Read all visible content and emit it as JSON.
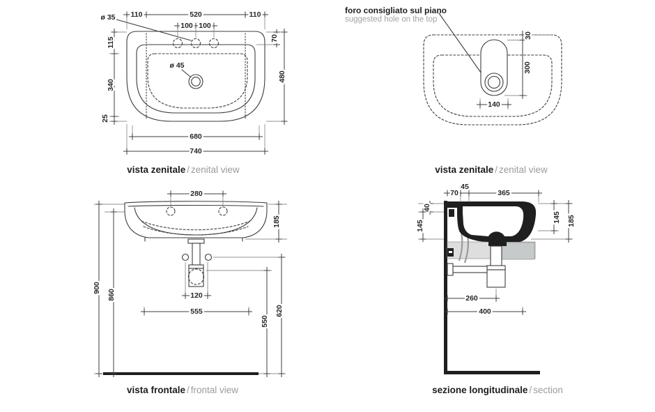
{
  "colors": {
    "line": "#3c3c3c",
    "text": "#262626",
    "muted_text": "#9b9b9b",
    "shelf_light_gray": "#dedede",
    "shelf_dark_gray": "#c6cacb",
    "wall_black": "#1f1f1f"
  },
  "annotation": {
    "it": "foro consigliato sul piano",
    "en": "suggested hole on the top"
  },
  "captions": {
    "sep": "/",
    "zenital_left_it": "vista zenitale",
    "zenital_left_en": "zenital view",
    "zenital_right_it": "vista zenitale",
    "zenital_right_en": "zenital view",
    "frontal_it": "vista frontale",
    "frontal_en": "frontal view",
    "section_it": "sezione longitudinale",
    "section_en": "section"
  },
  "zenital_left": {
    "d110a": "110",
    "d520": "520",
    "d110b": "110",
    "d100a": "100",
    "d100b": "100",
    "hole_top": "ø 35",
    "hole_drain": "ø 45",
    "d115": "115",
    "d340": "340",
    "d25": "25",
    "d70": "70",
    "d480": "480",
    "d680": "680",
    "d740": "740"
  },
  "zenital_right": {
    "d30": "30",
    "d300": "300",
    "d140": "140"
  },
  "frontal": {
    "d280": "280",
    "d185": "185",
    "d900": "900",
    "d860": "860",
    "d120": "120",
    "d555": "555",
    "d550": "550",
    "d620": "620"
  },
  "section": {
    "d70": "70",
    "d45": "45",
    "d365": "365",
    "d40": "40",
    "d145_left": "145",
    "d145_right": "145",
    "d185": "185",
    "d260": "260",
    "d400": "400"
  }
}
